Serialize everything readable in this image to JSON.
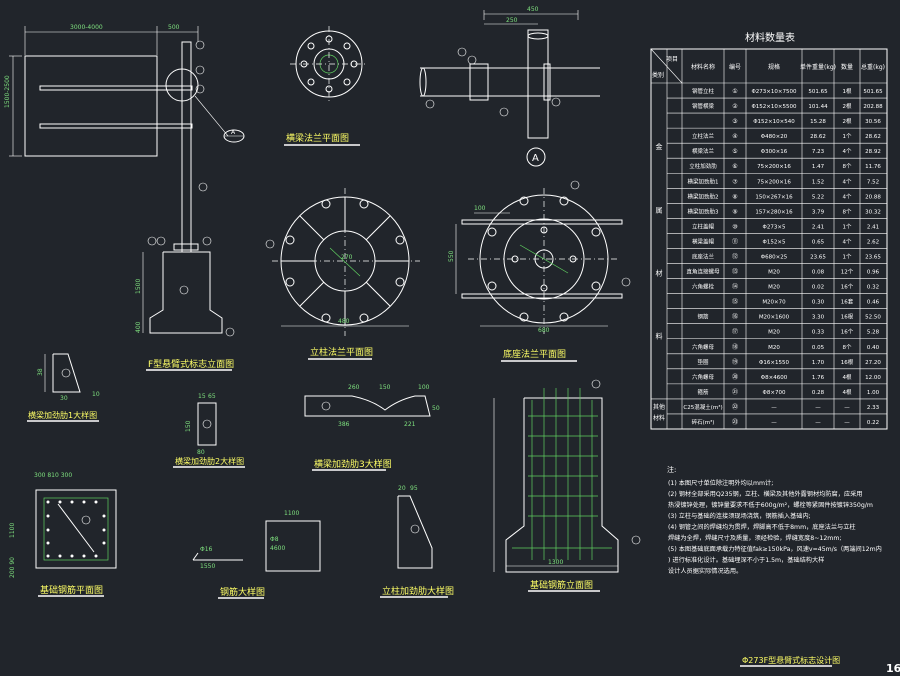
{
  "drawing": {
    "main_title": "Φ273F型悬臂式标志设计图",
    "page_number": "16",
    "circle_mark": "A"
  },
  "view_titles": {
    "elevation": "F型悬臂式标志立面图",
    "beam_flange_plan": "横梁法兰平面图",
    "column_flange_plan": "立柱法兰平面图",
    "base_flange_plan": "底座法兰平面图",
    "beam_rib1": "横梁加劲肋1大样图",
    "beam_rib2": "横梁加劲肋2大样图",
    "beam_rib3": "横梁加劲肋3大样图",
    "foundation_plan": "基础钢筋平面图",
    "rebar_detail": "钢筋大样图",
    "column_rib": "立柱加劲肋大样图",
    "foundation_elev": "基础钢筋立面图"
  },
  "dimensions": {
    "sign_width": "3000-4000",
    "sign_height": "1500-2500",
    "arm_top": "500",
    "a_top": "450",
    "a_mid": "250",
    "col_flange_inner": "270",
    "col_flange_outer": "480",
    "base_flange_side": "550",
    "base_flange_dia": "680",
    "base_flange_top": "100",
    "found_h1": "1500",
    "found_h2": "400",
    "rib1_a": "38",
    "rib1_b": "30",
    "rib1_c": "10",
    "rib2_a": "15",
    "rib2_b": "65",
    "rib2_c": "150",
    "rib2_d": "80",
    "rib3_a": "260",
    "rib3_b": "150",
    "rib3_c": "50",
    "rib3_d": "221",
    "rib3_e": "100",
    "rib3_f": "386",
    "fp_top": "300 810 300",
    "fp_side": "1100",
    "fp_bottom": "200 90",
    "rebar_a": "Φ16",
    "rebar_b": "1550",
    "rebar_c": "Φ8",
    "rebar_d": "4600",
    "rebar_e": "1100",
    "colrib_a": "20",
    "colrib_b": "95",
    "fe_width": "1300"
  },
  "table": {
    "title": "材料数量表",
    "header_corner_top": "项目",
    "header_corner_bottom": "类别",
    "headers": [
      "材料名称",
      "编号",
      "规格",
      "单件重量(kg)",
      "数量",
      "总重(kg)"
    ],
    "group_steel": "金属材料",
    "group_other": "其他材料",
    "rows": [
      {
        "name": "钢管立柱",
        "id": "①",
        "spec": "Φ273×10×7500",
        "unit": "501.65",
        "qty": "1根",
        "total": "501.65"
      },
      {
        "name": "钢管横梁",
        "id": "②",
        "spec": "Φ152×10×5500",
        "unit": "101.44",
        "qty": "2根",
        "total": "202.88"
      },
      {
        "name": "",
        "id": "③",
        "spec": "Φ152×10×540",
        "unit": "15.28",
        "qty": "2根",
        "total": "30.56"
      },
      {
        "name": "立柱法兰",
        "id": "④",
        "spec": "Φ480×20",
        "unit": "28.62",
        "qty": "1个",
        "total": "28.62"
      },
      {
        "name": "横梁法兰",
        "id": "⑤",
        "spec": "Φ300×16",
        "unit": "7.23",
        "qty": "4个",
        "total": "28.92"
      },
      {
        "name": "立柱加劲肋",
        "id": "⑥",
        "spec": "75×200×16",
        "unit": "1.47",
        "qty": "8个",
        "total": "11.76"
      },
      {
        "name": "横梁加劲肋1",
        "id": "⑦",
        "spec": "75×200×16",
        "unit": "1.52",
        "qty": "4个",
        "total": "7.52"
      },
      {
        "name": "横梁加劲肋2",
        "id": "⑧",
        "spec": "150×267×16",
        "unit": "5.22",
        "qty": "4个",
        "total": "20.88"
      },
      {
        "name": "横梁加劲肋3",
        "id": "⑨",
        "spec": "157×280×16",
        "unit": "3.79",
        "qty": "8个",
        "total": "30.32"
      },
      {
        "name": "立柱盖帽",
        "id": "⑩",
        "spec": "Φ273×5",
        "unit": "2.41",
        "qty": "1个",
        "total": "2.41"
      },
      {
        "name": "横梁盖帽",
        "id": "⑪",
        "spec": "Φ152×5",
        "unit": "0.65",
        "qty": "4个",
        "total": "2.62"
      },
      {
        "name": "底座法兰",
        "id": "⑫",
        "spec": "Φ680×25",
        "unit": "23.65",
        "qty": "1个",
        "total": "23.65"
      },
      {
        "name": "直角连接螺母",
        "id": "⑬",
        "spec": "M20",
        "unit": "0.08",
        "qty": "12个",
        "total": "0.96"
      },
      {
        "name": "六角螺栓",
        "id": "⑭",
        "spec": "M20",
        "unit": "0.02",
        "qty": "16个",
        "total": "0.32"
      },
      {
        "name": "",
        "id": "⑮",
        "spec": "M20×70",
        "unit": "0.30",
        "qty": "16套",
        "total": "0.46"
      },
      {
        "name": "钢筋",
        "id": "⑯",
        "spec": "M20×1600",
        "unit": "3.30",
        "qty": "16根",
        "total": "52.50"
      },
      {
        "name": "",
        "id": "⑰",
        "spec": "M20",
        "unit": "0.33",
        "qty": "16个",
        "total": "5.28"
      },
      {
        "name": "六角螺母",
        "id": "⑱",
        "spec": "M20",
        "unit": "0.05",
        "qty": "8个",
        "total": "0.40"
      },
      {
        "name": "垫圈",
        "id": "⑲",
        "spec": "Φ16×1550",
        "unit": "1.70",
        "qty": "16根",
        "total": "27.20"
      },
      {
        "name": "六角螺母",
        "id": "⑳",
        "spec": "Φ8×4600",
        "unit": "1.76",
        "qty": "4根",
        "total": "12.00"
      },
      {
        "name": "箍筋",
        "id": "㉑",
        "spec": "Φ8×700",
        "unit": "0.28",
        "qty": "4根",
        "total": "1.00"
      }
    ],
    "other_rows": [
      {
        "name": "C25混凝土(m³)",
        "id": "㉒",
        "spec": "—",
        "unit": "—",
        "qty": "—",
        "total": "2.33"
      },
      {
        "name": "碎石(m³)",
        "id": "㉓",
        "spec": "—",
        "unit": "—",
        "qty": "—",
        "total": "0.22"
      }
    ]
  },
  "notes": {
    "title": "注:",
    "lines": [
      "(1) 本图尺寸单位除注明外均以mm计;",
      "(2) 钢材全部采用Q235钢，立柱、横梁及其他外露钢材均防腐，应采用",
      "热浸镀锌处理，镀锌量要求不低于600g/m²，螺栓等紧固件按镀锌350g/m",
      "(3) 立柱与基础的连接须现场浇筑，钢筋插入基础内;",
      "(4) 钢管之间的焊缝均为贯焊，焊脚高不低于8mm，底座法兰与立柱",
      "焊缝为全焊，焊缝尺寸及质量，须经检验，焊缝宽度8~12mm;",
      "(5) 本图基础底面承载力特征值fak≥150kPa，风速v=45m/s（两端间12m内",
      ") 进行标准化设计。基础埋深不小于1.5m，基础结构大样",
      "设计人员据实际情况选用。"
    ]
  }
}
